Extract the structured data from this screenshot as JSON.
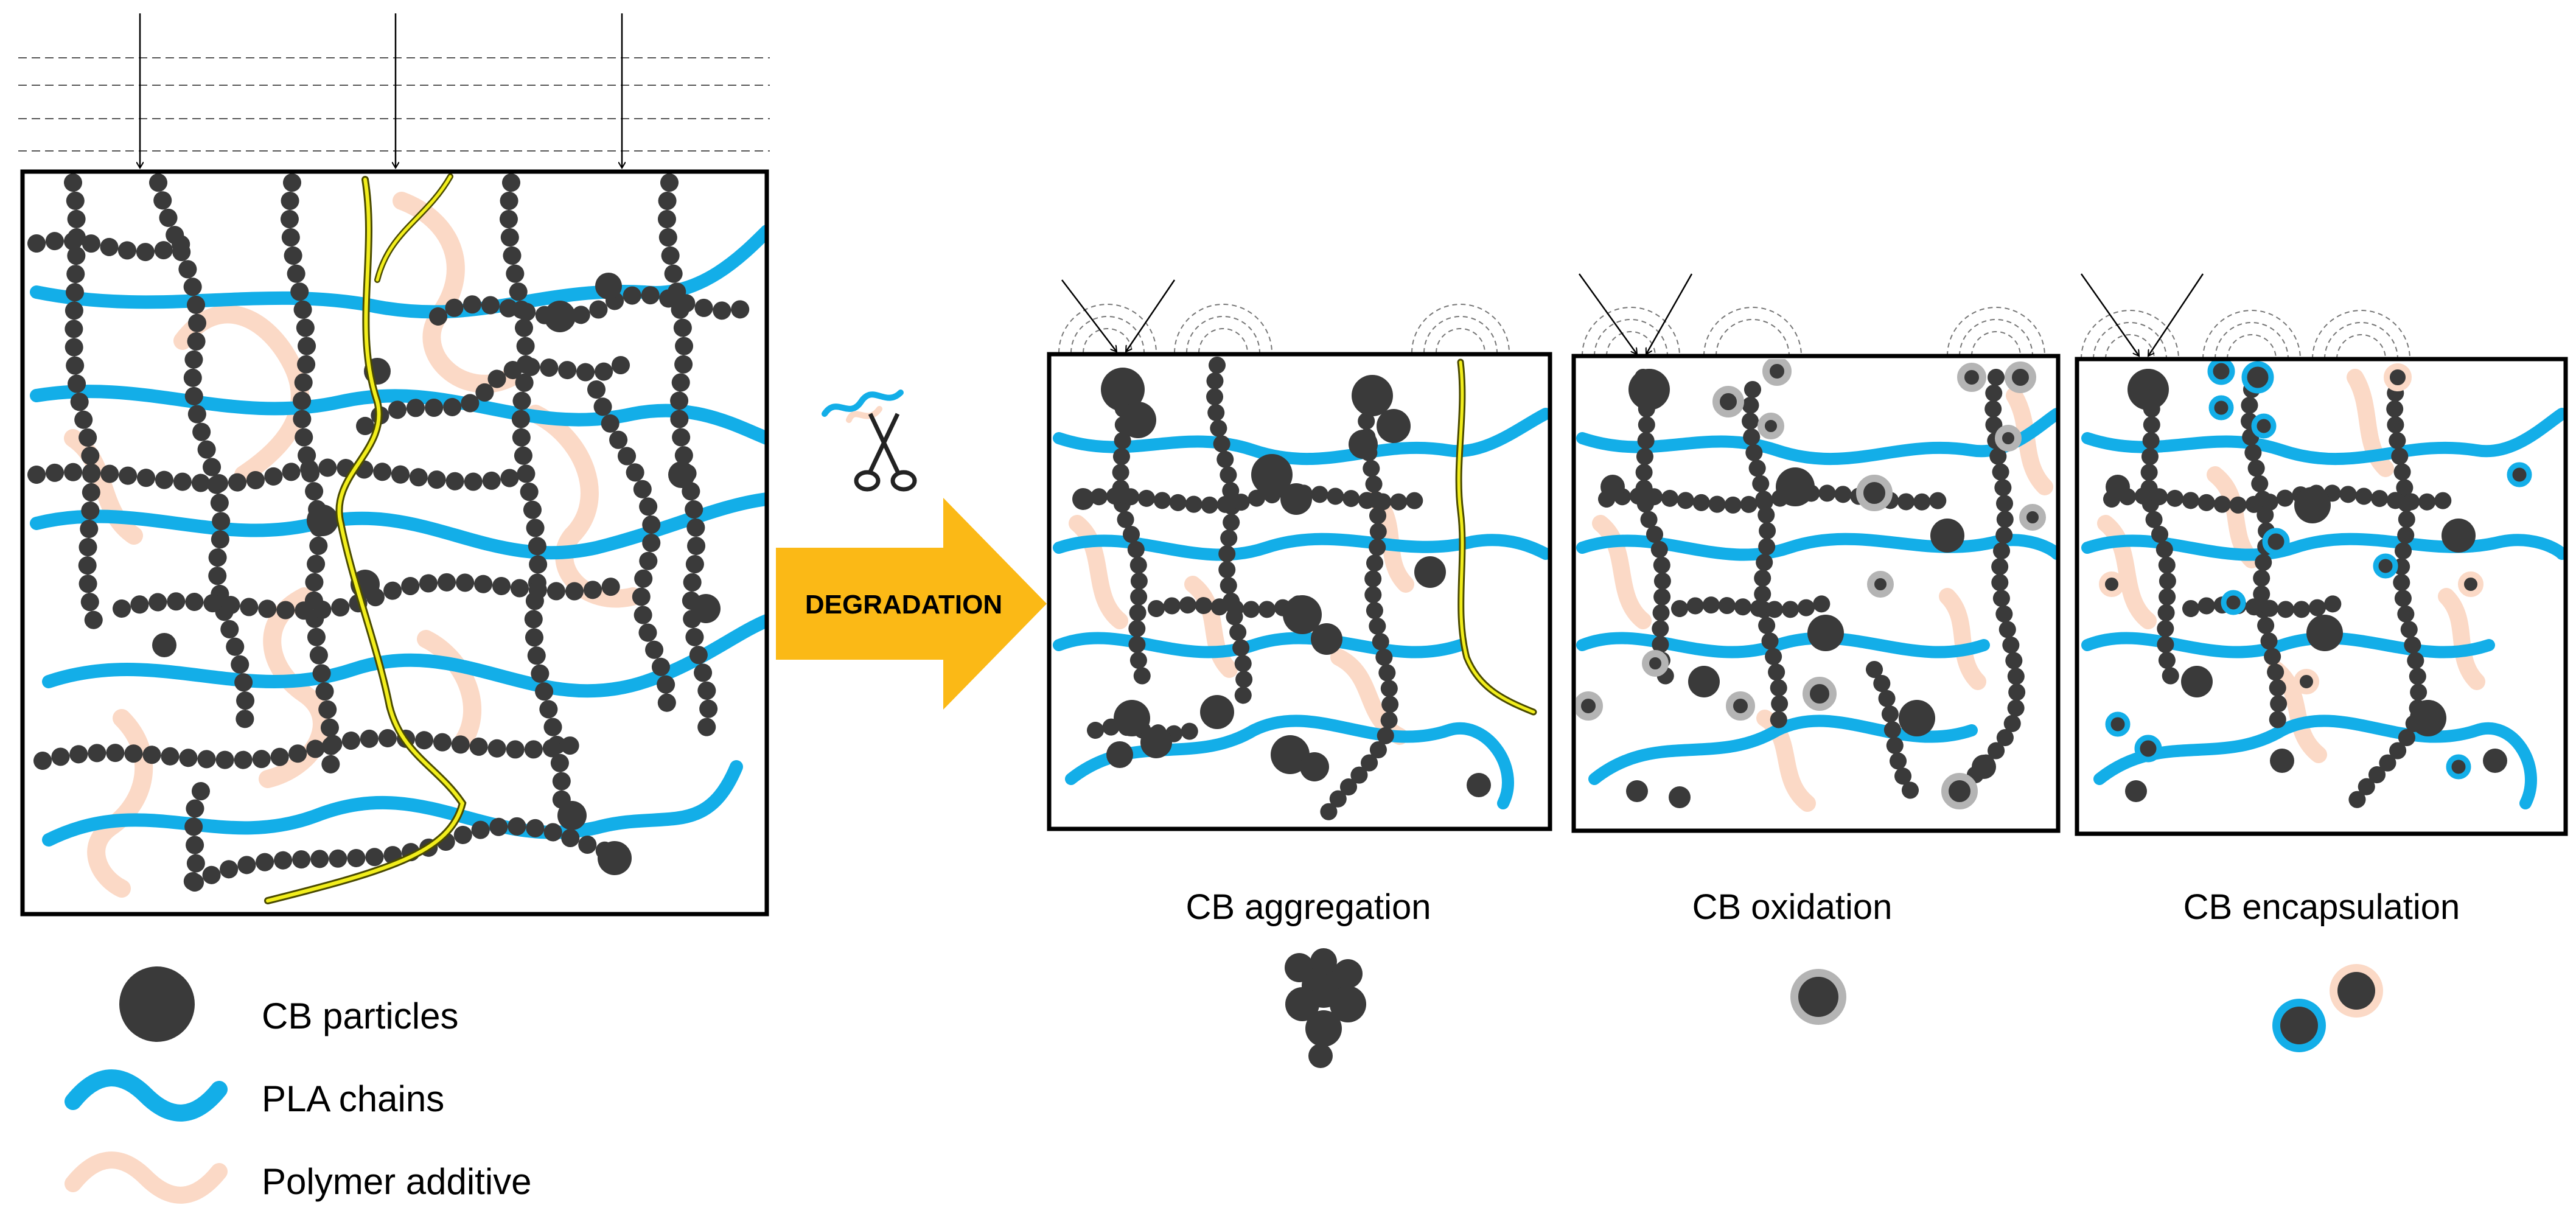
{
  "process": {
    "arrow_label": "DEGRADATION"
  },
  "mechanisms": [
    {
      "label": "CB aggregation"
    },
    {
      "label": "CB oxidation"
    },
    {
      "label": "CB encapsulation"
    }
  ],
  "legend": {
    "cb_particles": "CB particles",
    "pla_chains": "PLA chains",
    "polymer_additive": "Polymer additive"
  },
  "colors": {
    "cb_particle": "#3a3a3a",
    "pla_chain": "#13aee8",
    "polymer_additive": "#fbd9c6",
    "conductive_path": "#f2ee1c",
    "degradation_arrow": "#fbb916",
    "oxidation_shell": "#b4b4b4",
    "frame": "#000000"
  },
  "icons": {
    "scissors": "scissors-icon",
    "light_rays": "incident-light-arrow-icon",
    "scattered_waves": "scattered-wave-icon"
  }
}
